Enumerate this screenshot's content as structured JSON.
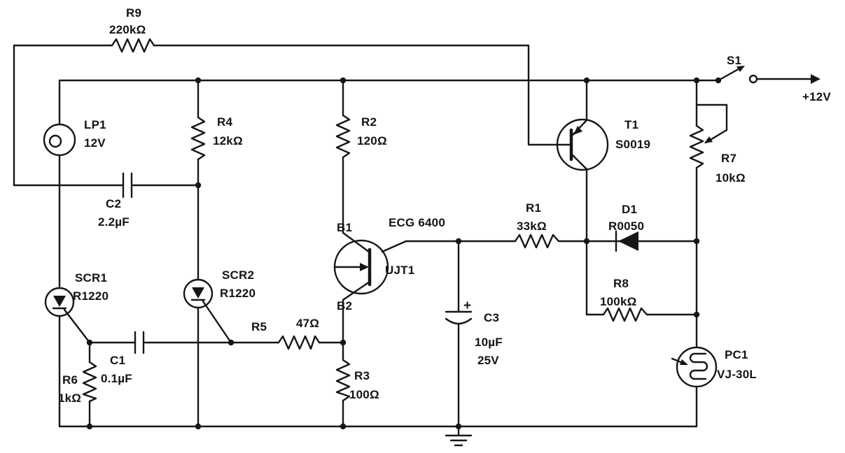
{
  "schematic": {
    "type": "circuit-diagram",
    "supply_label": "+12V",
    "switch_label": "S1"
  },
  "components": {
    "r1": {
      "name": "R1",
      "value": "33kΩ"
    },
    "r2": {
      "name": "R2",
      "value": "120Ω"
    },
    "r3": {
      "name": "R3",
      "value": "100Ω"
    },
    "r4": {
      "name": "R4",
      "value": "12kΩ"
    },
    "r5": {
      "name": "R5",
      "value": "47Ω"
    },
    "r6": {
      "name": "R6",
      "value": "1kΩ"
    },
    "r7": {
      "name": "R7",
      "value": "10kΩ"
    },
    "r8": {
      "name": "R8",
      "value": "100kΩ"
    },
    "r9": {
      "name": "R9",
      "value": "220kΩ"
    },
    "c1": {
      "name": "C1",
      "value": "0.1µF"
    },
    "c2": {
      "name": "C2",
      "value": "2.2µF"
    },
    "c3": {
      "name": "C3",
      "value": "10µF",
      "voltage_rating": "25V",
      "polarity_mark": "+"
    },
    "lp1": {
      "name": "LP1",
      "value": "12V"
    },
    "scr1": {
      "name": "SCR1",
      "value": "R1220"
    },
    "scr2": {
      "name": "SCR2",
      "value": "R1220"
    },
    "t1": {
      "name": "T1",
      "value": "S0019"
    },
    "ujt1": {
      "name": "UJT1",
      "part_number": "ECG 6400",
      "terminal_b1": "B1",
      "terminal_b2": "B2"
    },
    "d1": {
      "name": "D1",
      "value": "R0050"
    },
    "pc1": {
      "name": "PC1",
      "value": "VJ-30L"
    }
  }
}
